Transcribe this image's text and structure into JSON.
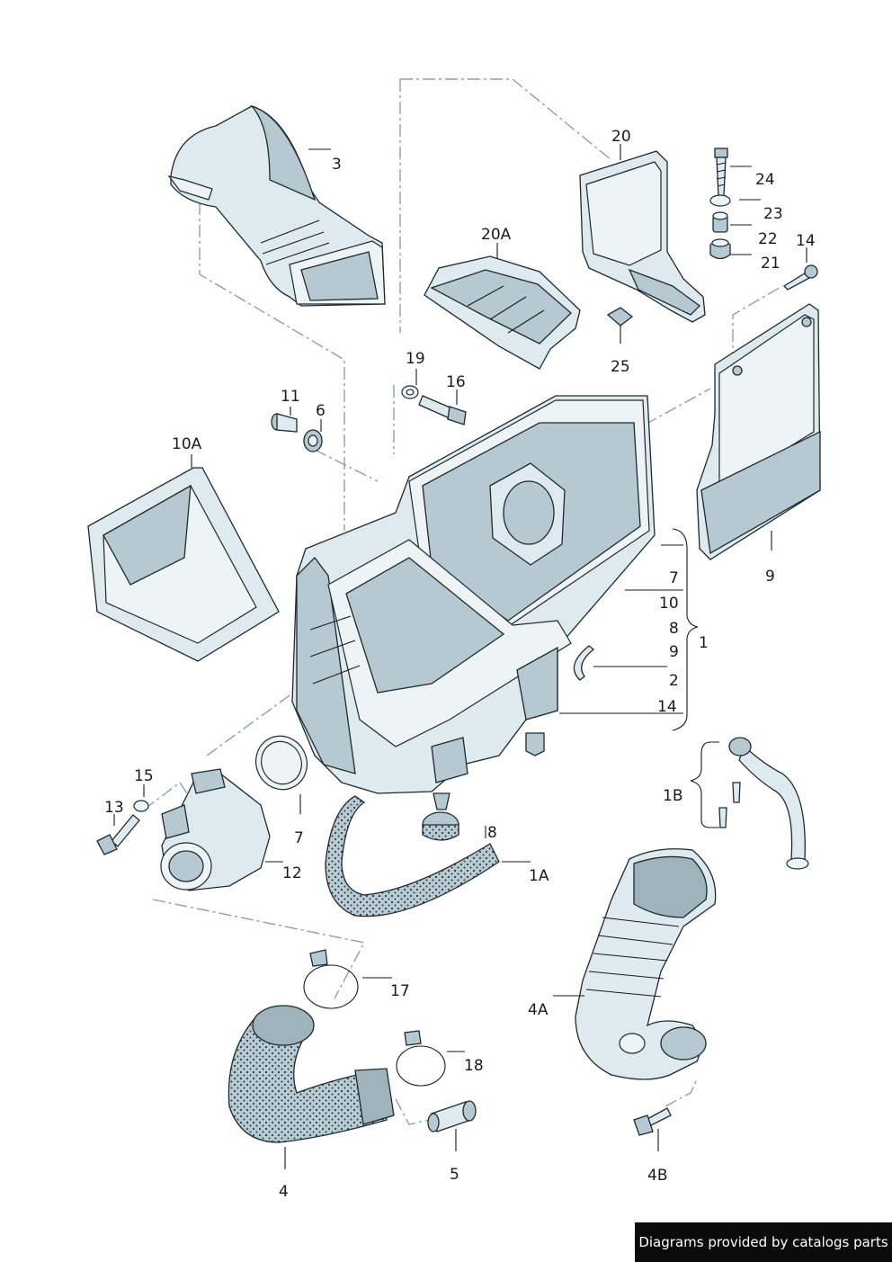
{
  "labels": {
    "p3": "3",
    "p20": "20",
    "p24": "24",
    "p23": "23",
    "p22": "22",
    "p21": "21",
    "p14a": "14",
    "p20A": "20A",
    "p25": "25",
    "p19": "19",
    "p16": "16",
    "p11": "11",
    "p6": "6",
    "p10A": "10A",
    "p9": "9",
    "p7a": "7",
    "p10": "10",
    "p8a": "8",
    "p9b": "9",
    "p2": "2",
    "p14b": "14",
    "p1": "1",
    "p15": "15",
    "p13": "13",
    "p7b": "7",
    "p12": "12",
    "p8b": "8",
    "p1A": "1A",
    "p1B": "1B",
    "p17": "17",
    "p18": "18",
    "p4A": "4A",
    "p4": "4",
    "p5": "5",
    "p4B": "4B"
  },
  "watermark": "Diagrams provided by catalogs parts"
}
